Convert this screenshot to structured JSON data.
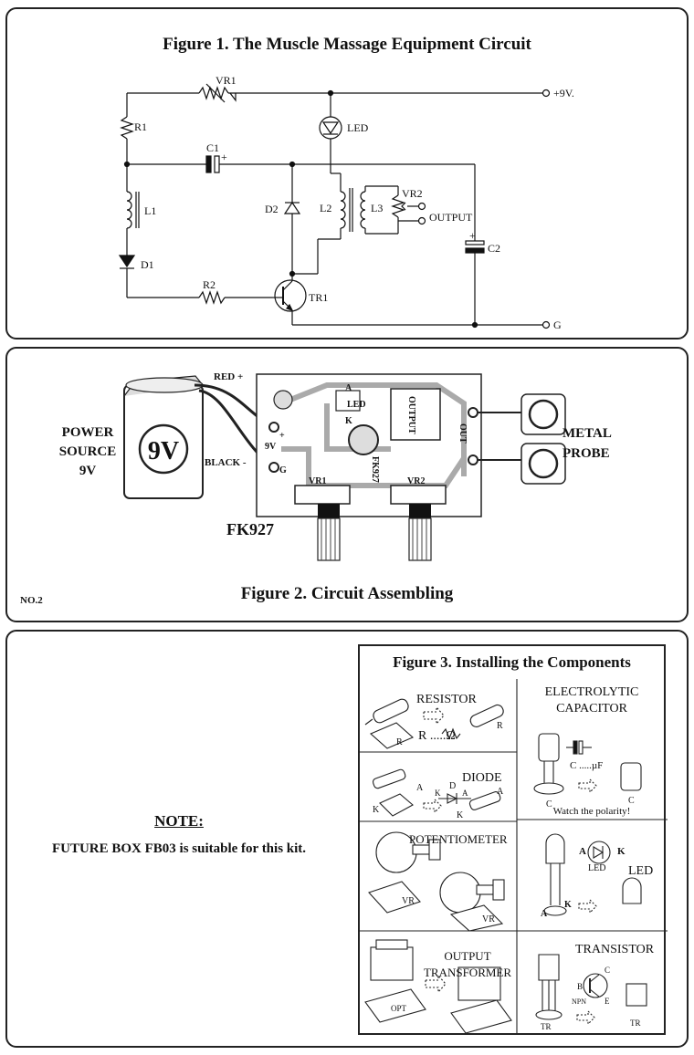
{
  "figure1": {
    "title": "Figure 1. The Muscle Massage Equipment Circuit",
    "labels": {
      "vr1": "VR1",
      "r1": "R1",
      "c1": "C1",
      "plus": "+",
      "l1": "L1",
      "d1": "D1",
      "r2": "R2",
      "tr1": "TR1",
      "led": "LED",
      "d2": "D2",
      "l2": "L2",
      "l3": "L3",
      "vr2": "VR2",
      "output": "OUTPUT",
      "c2": "C2",
      "v9": "+9V.",
      "g": "G"
    }
  },
  "figure2": {
    "title": "Figure 2. Circuit Assembling",
    "power_source": [
      "POWER",
      "SOURCE",
      "9V"
    ],
    "battery": "9V",
    "red": "RED +",
    "black": "BLACK -",
    "metal_probe": [
      "METAL",
      "PROBE"
    ],
    "model": "FK927",
    "page_no": "NO.2",
    "board": {
      "nine_v": "9V",
      "plus": "+",
      "g": "G",
      "vr1": "VR1",
      "vr2": "VR2",
      "out": "OUT",
      "output": "OUTPUT",
      "led": "LED",
      "fk927": "FK927",
      "a": "A",
      "k": "K"
    }
  },
  "note": {
    "title": "NOTE:",
    "text": "FUTURE BOX FB03 is suitable for this kit."
  },
  "figure3": {
    "title": "Figure 3. Installing the Components",
    "resistor": {
      "name": "RESISTOR",
      "symbol": "R .....Ω",
      "r": "R"
    },
    "capacitor": {
      "name": [
        "ELECTROLYTIC",
        "CAPACITOR"
      ],
      "symbol": "C .....µF",
      "c": "C",
      "polarity": "Watch the polarity!"
    },
    "diode": {
      "name": "DIODE",
      "a": "A",
      "k": "K",
      "d": "D"
    },
    "led": {
      "name": "LED",
      "a": "A",
      "k": "K",
      "label": "LED"
    },
    "potentiometer": {
      "name": "POTENTIOMETER",
      "vr": "VR"
    },
    "transformer": {
      "name": [
        "OUTPUT",
        "TRANSFORMER"
      ],
      "opt": "OPT"
    },
    "transistor": {
      "name": "TRANSISTOR",
      "npn": "NPN",
      "b": "B",
      "c": "C",
      "e": "E",
      "tr": "TR"
    }
  }
}
